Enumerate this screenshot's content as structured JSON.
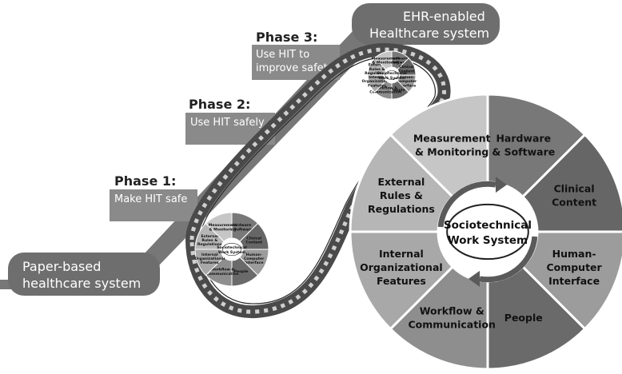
{
  "start_label": [
    "Paper-based",
    "healthcare system"
  ],
  "end_label": [
    "EHR-enabled",
    "Healthcare system"
  ],
  "phases": [
    {
      "title": "Phase 1:",
      "text": [
        "Make HIT safe"
      ]
    },
    {
      "title": "Phase 2:",
      "text": [
        "Use HIT safely"
      ]
    },
    {
      "title": "Phase 3:",
      "text": [
        "Use HIT to",
        "improve safety"
      ]
    }
  ],
  "hub": [
    "Sociotechnical",
    "Work System"
  ],
  "segments": [
    {
      "label": [
        "Hardware",
        "& Software"
      ],
      "color": "#787878",
      "light": false
    },
    {
      "label": [
        "Clinical",
        "Content"
      ],
      "color": "#666666",
      "light": false
    },
    {
      "label": [
        "Human-",
        "Computer",
        "Interface"
      ],
      "color": "#9c9c9c",
      "light": false
    },
    {
      "label": [
        "People"
      ],
      "color": "#6a6a6a",
      "light": false
    },
    {
      "label": [
        "Workflow &",
        "Communication"
      ],
      "color": "#8e8e8e",
      "light": false
    },
    {
      "label": [
        "Internal",
        "Organizational",
        "Features"
      ],
      "color": "#a8a8a8",
      "light": false
    },
    {
      "label": [
        "External",
        "Rules &",
        "Regulations"
      ],
      "color": "#b6b6b6",
      "light": false
    },
    {
      "label": [
        "Measurement",
        "& Monitoring"
      ],
      "color": "#c6c6c6",
      "light": false
    }
  ],
  "colors": {
    "ribbon": "#777777",
    "label_box": "#8a8a8a",
    "end_box": "#6e6e6e",
    "chain": "#4a4a4a"
  }
}
